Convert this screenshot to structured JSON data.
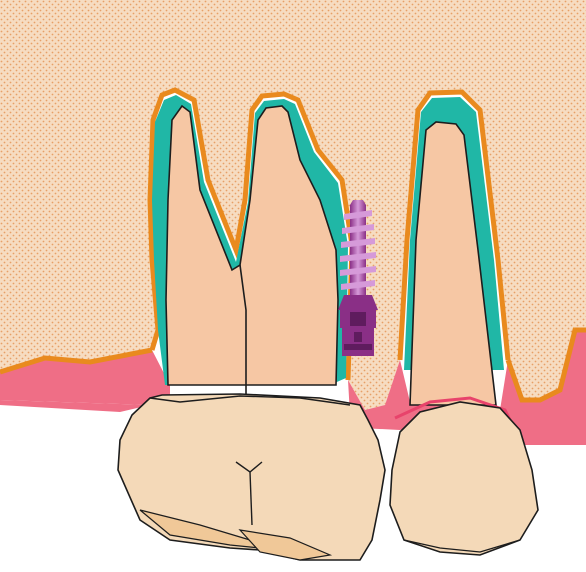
{
  "diagram": {
    "labels": [],
    "colors": {
      "background": "#ffffff",
      "bone_fill": "#f6dcc1",
      "bone_dot": "#e7a067",
      "bone_outline": "#e98a1e",
      "ligament": "#20b7a6",
      "gingiva": "#ef6e86",
      "gingival_line": "#e8436b",
      "root": "#f6c7a4",
      "crown": "#f4d9b8",
      "crown_shadow": "#f0c898",
      "outline": "#1d1d1d",
      "implant_body": "#d69ad9",
      "implant_head": "#8a2f86",
      "implant_dark": "#5f1c5e"
    },
    "parts": [
      "alveolar-bone",
      "periodontal-ligament",
      "gingiva",
      "molar",
      "premolar",
      "orthodontic-miniscrew"
    ]
  }
}
